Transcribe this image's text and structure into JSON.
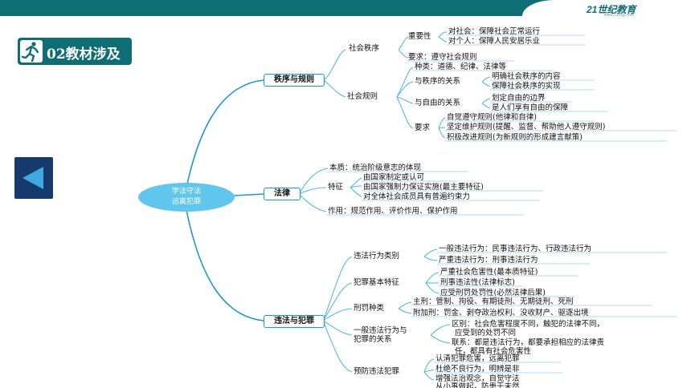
{
  "header": {
    "logo_text": "21世纪教育",
    "logo_sub": "www.21cnjy.com"
  },
  "section": {
    "title": "02教材涉及"
  },
  "colors": {
    "brand": "#0f6d74",
    "center_node": "#61c6ee",
    "branch_line": "#1a9ad0",
    "nav_button": "#163a6b",
    "nav_arrow": "#3fa9e0"
  },
  "mindmap": {
    "center": {
      "line1": "学法守法",
      "line2": "远离犯罪"
    },
    "branches": {
      "order": {
        "label": "秩序与规则",
        "social_order": {
          "label": "社会秩序",
          "importance": {
            "label": "重要性",
            "items": [
              "对社会：保障社会正常运行",
              "对个人：保障人民安居乐业"
            ]
          },
          "requirement": "要求：遵守社会规则"
        },
        "social_rules": {
          "label": "社会规则",
          "types": "种类：道德、纪律、法律等",
          "with_order": {
            "label": "与秩序的关系",
            "items": [
              "明确社会秩序的内容",
              "保障社会秩序的实现"
            ]
          },
          "with_freedom": {
            "label": "与自由的关系",
            "items": [
              "划定自由的边界",
              "是人们享有自由的保障"
            ]
          },
          "requirements": {
            "label": "要求",
            "items": [
              "自觉遵守规则(他律和自律)",
              "坚定维护规则(提醒、监督、帮助他人遵守规则)",
              "积极改进规则(为新规则的形成建言献策)"
            ]
          }
        }
      },
      "law": {
        "label": "法律",
        "essence": "本质：统治阶级意志的体现",
        "made_by_state": "由国家制定或认可",
        "features": {
          "label": "特征",
          "items": [
            "由国家强制力保证实施(最主要特征)",
            "对全体社会成员具有普遍约束力"
          ]
        },
        "functions": "作用：规范作用、评价作用、保护作用"
      },
      "crime": {
        "label": "违法与犯罪",
        "illegal_types": {
          "label": "违法行为类别",
          "items": [
            "一般违法行为：民事违法行为、行政违法行为",
            "严重违法行为：刑事违法行为"
          ]
        },
        "crime_features": {
          "label": "犯罪基本特征",
          "items": [
            "严重社会危害性(最本质特征)",
            "刑事违法性(法律标志)",
            "应受刑罚处罚性(必然法律后果)"
          ]
        },
        "penalties": {
          "label": "刑罚种类",
          "items": [
            "主刑：管制、拘役、有期徒刑、无期徒刑、死刑",
            "附加刑：罚金、剥夺政治权利、没收财产、驱逐出境"
          ]
        },
        "relation": {
          "label_line1": "一般违法行为与",
          "label_line2": "犯罪的关系",
          "items": [
            "区别：社会危害程度不同，触犯的法律不同，",
            "应受到的处罚不同",
            "联系：都是违法行为，都要承担相应的法律责",
            "任，都具有社会危害性"
          ]
        },
        "prevention": {
          "label": "预防违法犯罪",
          "items": [
            "认清犯罪危害，远离犯罪",
            "杜绝不良行为，明辨是非",
            "增强法治观念，自觉守法",
            "从小事做起，防患于未然"
          ]
        }
      }
    }
  }
}
